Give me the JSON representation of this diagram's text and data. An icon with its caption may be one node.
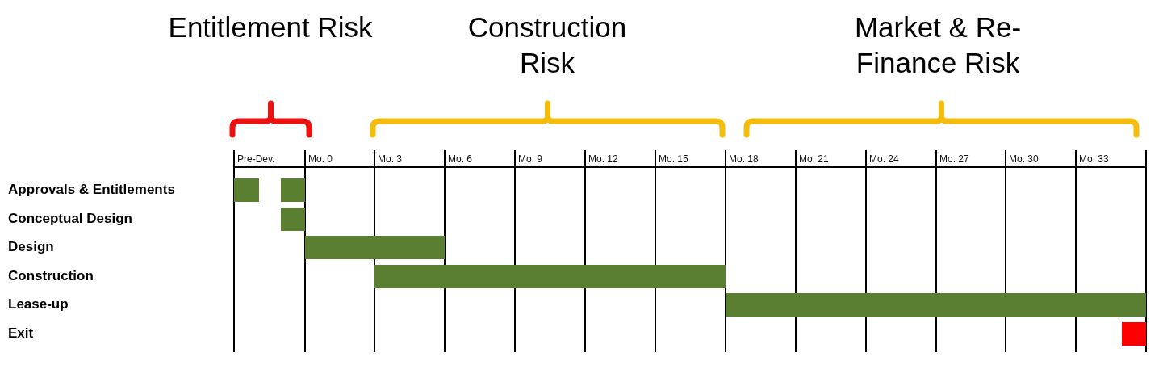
{
  "diagram": {
    "nodes": [
      {
        "text": [],
        "shape": "bar"
      },
      {
        "text": [],
        "shape": "bar"
      },
      {
        "text": [],
        "shape": "bar"
      },
      {
        "text": [],
        "shape": "bar"
      },
      {
        "text": [],
        "shape": "bar"
      },
      {
        "text": [],
        "shape": "bar"
      },
      {
        "text": [],
        "shape": "box"
      }
    ],
    "labels": [
      "Entitlement Risk",
      "Construction Risk",
      "Market & Re-Finance Risk",
      "Pre-Dev.",
      "Mo. 0",
      "Mo. 3",
      "Mo. 6",
      "Mo. 9",
      "Mo. 12",
      "Mo. 15",
      "Mo. 18",
      "Mo. 21",
      "Mo. 24",
      "Mo. 27",
      "Mo. 30",
      "Mo. 33",
      "Approvals & Entitlements",
      "Conceptual Design",
      "Design",
      "Construction",
      "Lease-up",
      "Exit"
    ]
  }
}
